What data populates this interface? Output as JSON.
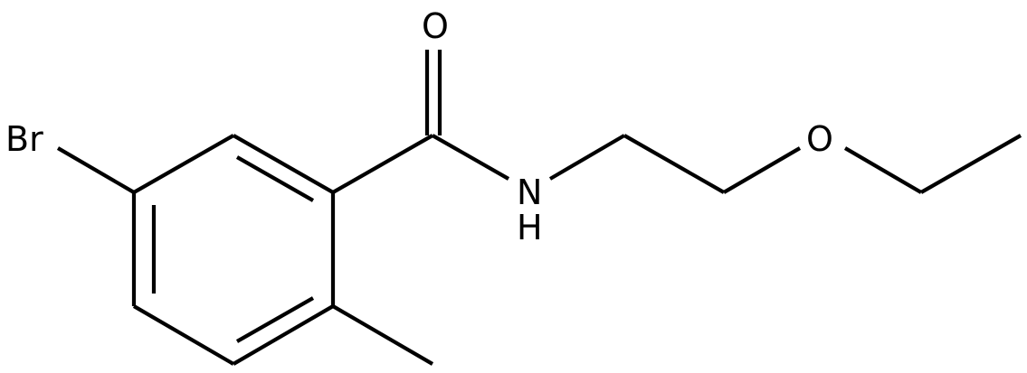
{
  "atom_labels": {
    "br": "Br",
    "o_carbonyl": "O",
    "n_amide": "N",
    "h_amide": "H",
    "o_ether": "O"
  },
  "colors": {
    "bond": "#000000",
    "text": "#000000",
    "background": "#ffffff"
  }
}
